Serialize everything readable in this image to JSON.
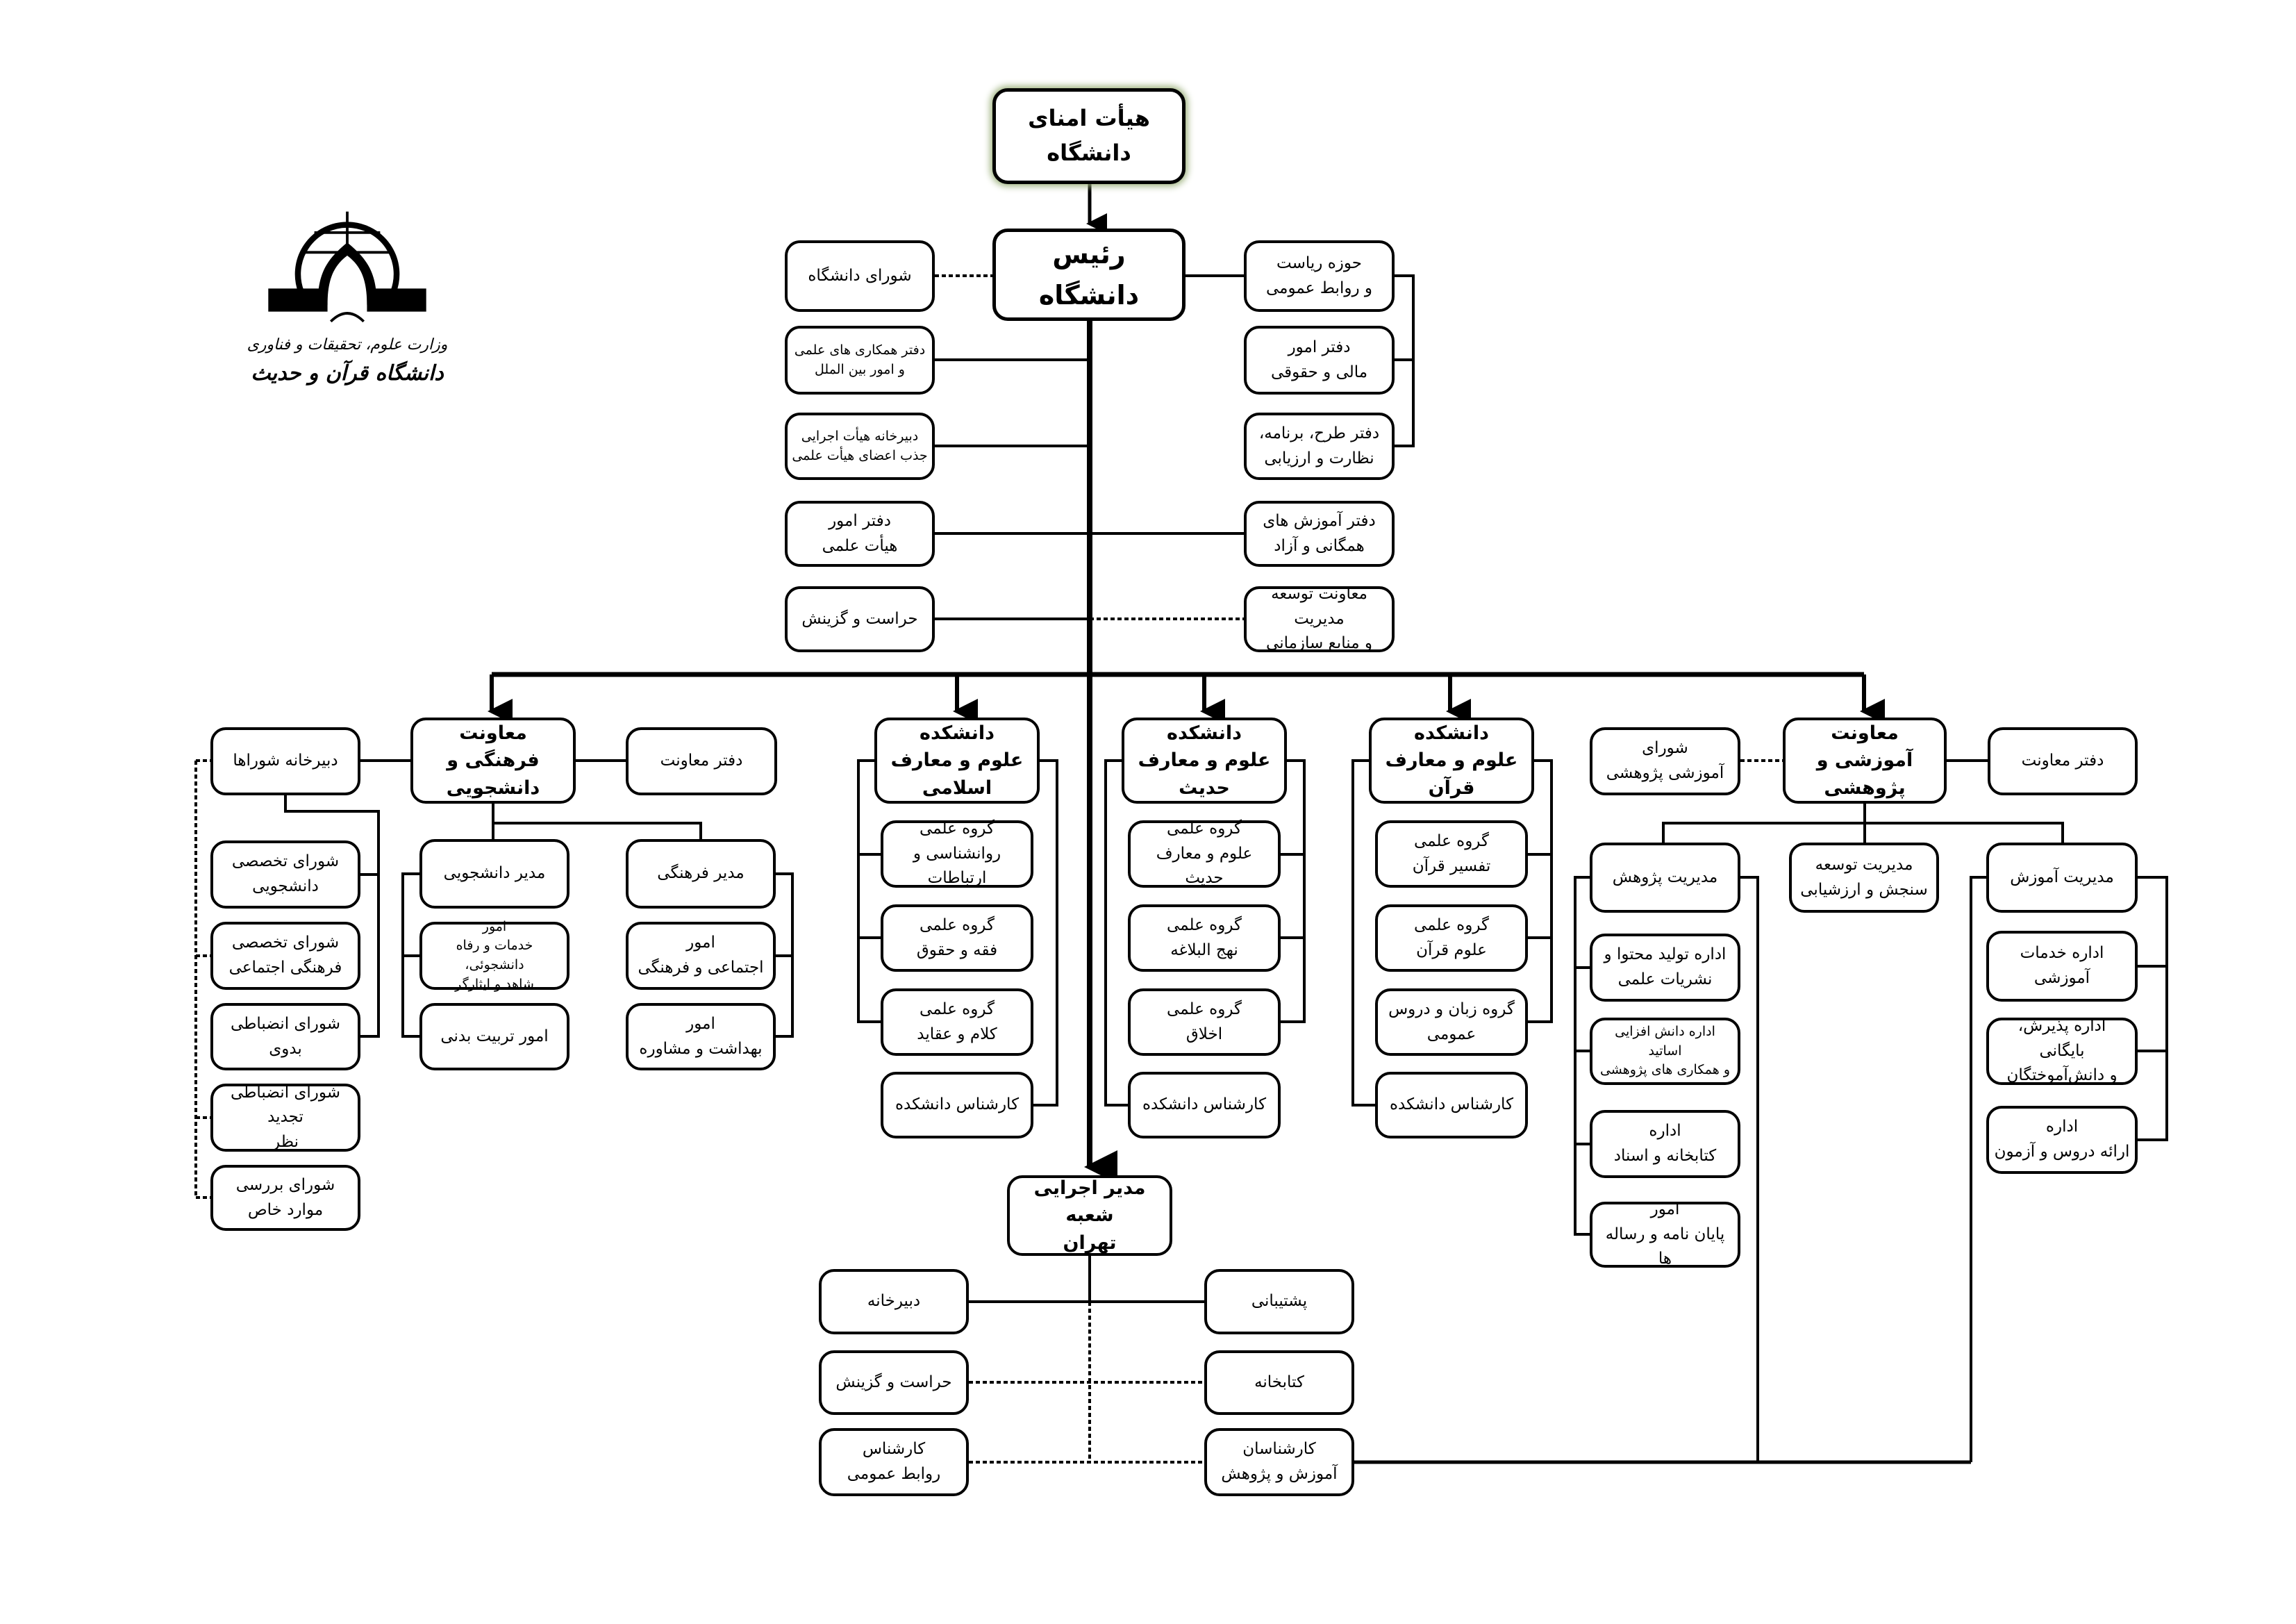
{
  "logo": {
    "ministry": "وزارت علوم، تحقیقات و فناوری",
    "university": "دانشگاه قرآن و حدیث"
  },
  "top": {
    "board": "هیأت امنای دانشگاه",
    "president": "رئیس دانشگاه"
  },
  "president_left": [
    "شورای دانشگاه",
    "دفتر همکاری های علمی\nو امور بین الملل",
    "دبیرخانه هیأت اجرایی\nجذب اعضای هیأت علمی",
    "دفتر امور\nهیأت علمی",
    "حراست و گزینش"
  ],
  "president_right": [
    "حوزه ریاست\nو روابط عمومی",
    "دفتر امور\nمالی و حقوقی",
    "دفتر طرح، برنامه،\nنظارت و ارزیابی",
    "دفتر آموزش های\nهمگانی و آزاد",
    "معاونت توسعه مدیریت\nو منابع سازمانی"
  ],
  "cultural": {
    "vice": "معاونت\nفرهنگی و دانشجویی",
    "office": "دفتر معاونت",
    "secretariat": "دبیرخانه شوراها",
    "councils": [
      "شورای تخصصی\nدانشجویی",
      "شورای تخصصی\nفرهنگی اجتماعی",
      "شورای انضباطی بدوی",
      "شورای انضباطی تجدید\nنظر",
      "شورای بررسی\nموارد خاص"
    ],
    "student_manager": "مدیر دانشجویی",
    "student_units": [
      "امور\nخدمات و رفاه دانشجوئی،\nشاهد و ایثارگر",
      "امور تربیت بدنی"
    ],
    "cultural_manager": "مدیر فرهنگی",
    "cultural_units": [
      "امور\nاجتماعی و فرهنگی",
      "امور\nبهداشت و مشاوره"
    ]
  },
  "faculties": [
    {
      "title": "دانشکده\nعلوم و معارف اسلامی",
      "units": [
        "گروه علمی\nروانشناسی و ارتباطات",
        "گروه علمی\nفقه و حقوق",
        "گروه علمی\nکلام و عقاید",
        "کارشناس دانشکده"
      ]
    },
    {
      "title": "دانشکده\nعلوم و معارف حدیث",
      "units": [
        "گروه علمی\nعلوم و معارف حدیث",
        "گروه علمی\nنهج البلاغه",
        "گروه علمی\nاخلاق",
        "کارشناس دانشکده"
      ]
    },
    {
      "title": "دانشکده\nعلوم و معارف قرآن",
      "units": [
        "گروه علمی\nتفسیر قرآن",
        "گروه علمی\nعلوم قرآن",
        "گروه زبان و دروس\nعمومی",
        "کارشناس دانشکده"
      ]
    }
  ],
  "research": {
    "vice": "معاونت\nآموزشی و پژوهشی",
    "office": "دفتر معاونت",
    "council": "شورای\nآموزشی پژوهشی",
    "research_manager": "مدیریت پژوهش",
    "research_units": [
      "اداره تولید محتوا و\nنشریات علمی",
      "اداره دانش افزایی اساتید\nو همکاری های پژوهشی",
      "اداره\nکتابخانه و اسناد",
      "امور\nپایان نامه و رساله ها"
    ],
    "assessment_manager": "مدیریت توسعه\nسنجش و ارزشیابی",
    "education_manager": "مدیریت آموزش",
    "education_units": [
      "اداره خدمات آموزشی",
      "اداره پذیرش، بایگانی\nو دانش‌آموختگان",
      "اداره\nارائه دروس و آزمون"
    ]
  },
  "tehran": {
    "director": "مدیر اجرایی شعبه\nتهران",
    "left": [
      "دبیرخانه",
      "حراست و گزینش",
      "کارشناس\nروابط عمومی"
    ],
    "right": [
      "پشتیبانی",
      "کتابخانه",
      "کارشناسان\nآموزش و پژوهش"
    ]
  }
}
